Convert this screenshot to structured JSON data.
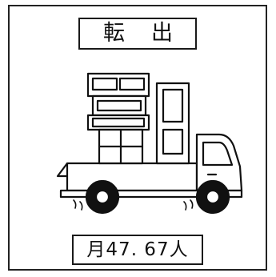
{
  "title": {
    "char_1": "転",
    "char_2": "出"
  },
  "rate_label": "月47. 67人",
  "illustration": {
    "icon": "moving-truck-icon",
    "color": "#111111"
  }
}
